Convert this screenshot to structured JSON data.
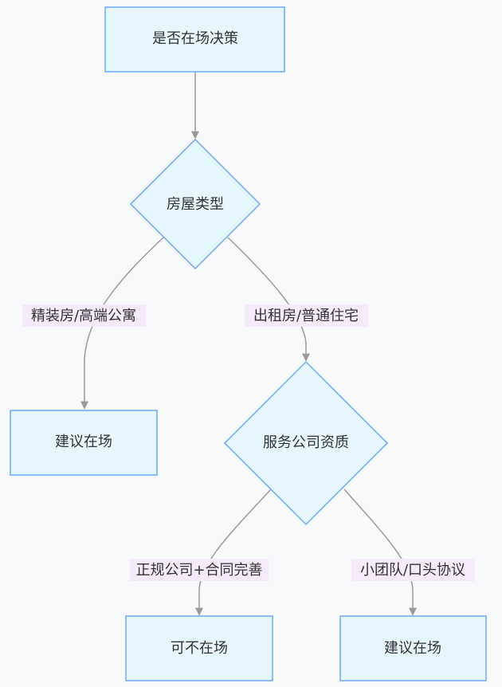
{
  "nodes": {
    "start": "是否在场决策",
    "house_type": "房屋类型",
    "advise_present_1": "建议在场",
    "service_quality": "服务公司资质",
    "may_absent": "可不在场",
    "advise_present_2": "建议在场"
  },
  "edges": {
    "fine_decor": "精装房/高端公寓",
    "rental": "出租房/普通住宅",
    "regular_company": "正规公司+合同完善",
    "small_team": "小团队/口头协议"
  },
  "colors": {
    "node_fill": "#e6f6fd",
    "node_stroke": "#6ea8f5",
    "edge_stroke": "#9a9a9a",
    "label_bg": "#f5eafa",
    "background": "#f8f9fb"
  }
}
